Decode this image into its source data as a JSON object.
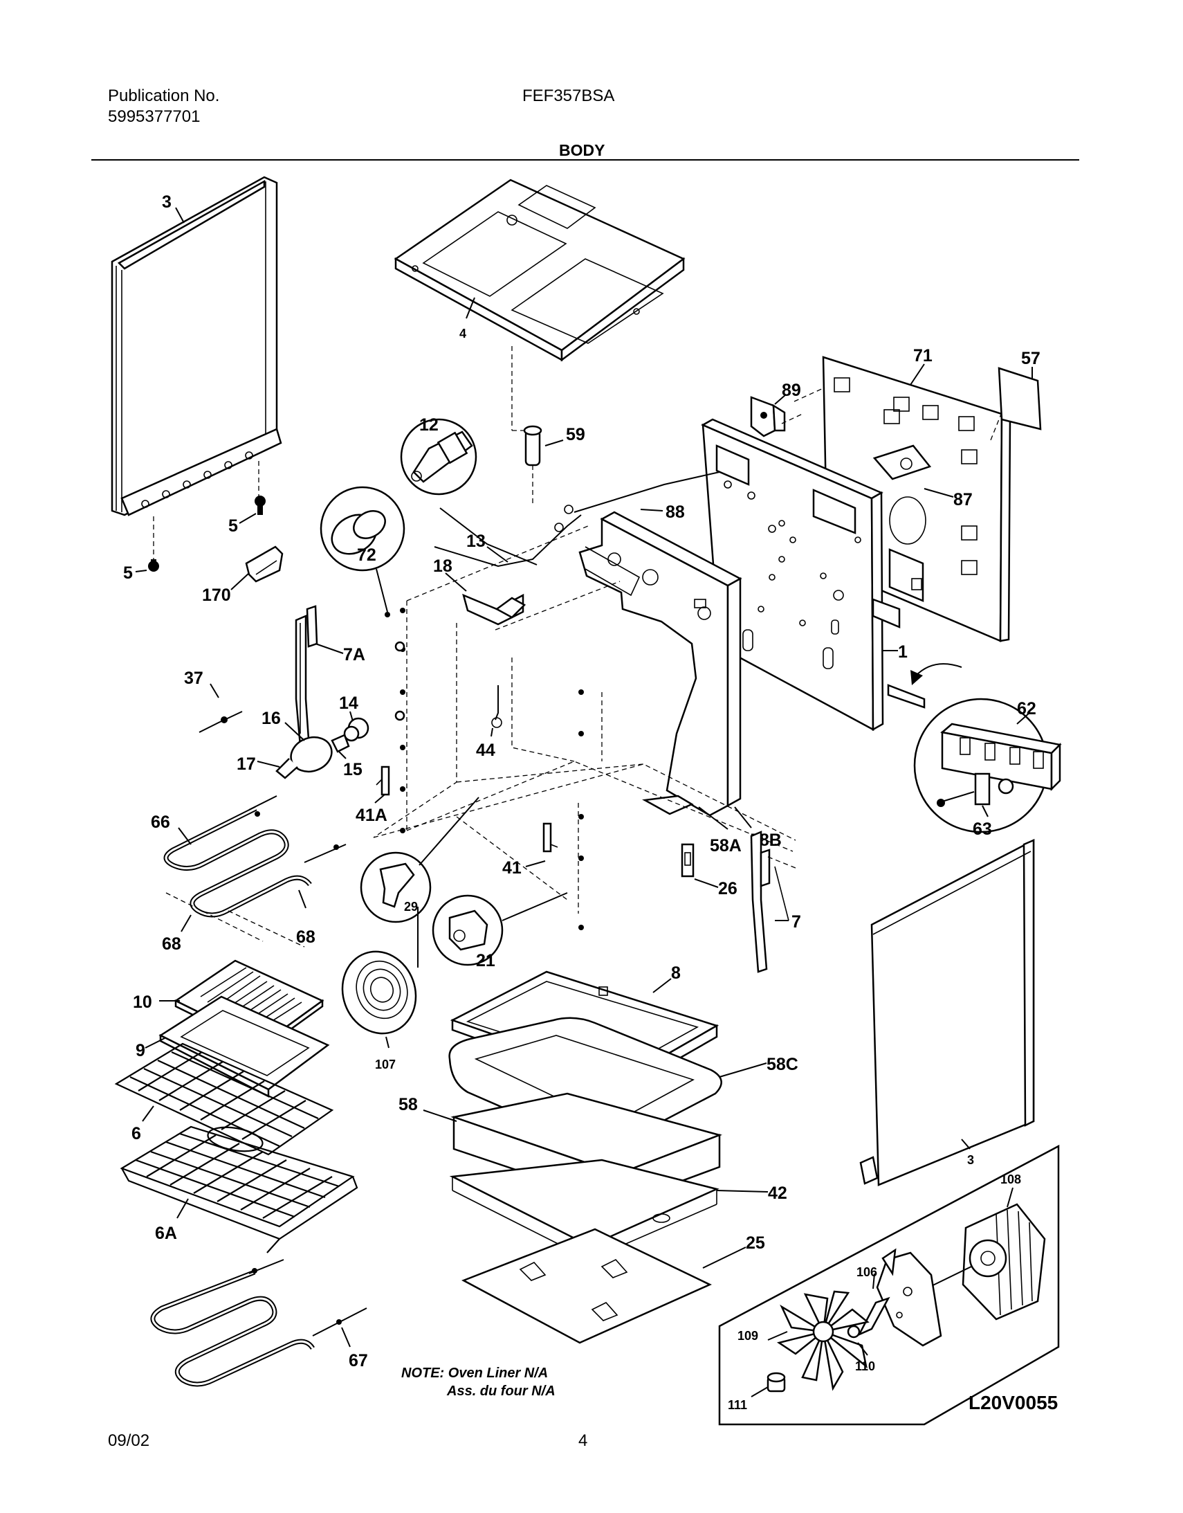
{
  "header": {
    "publication_label": "Publication No.",
    "publication_number": "5995377701",
    "model": "FEF357BSA",
    "section": "BODY"
  },
  "footer": {
    "date": "09/02",
    "page": "4"
  },
  "note": {
    "line1": "NOTE: Oven Liner N/A",
    "line2": "Ass. du four N/A"
  },
  "drawing_code": "L20V0055",
  "callouts": {
    "c3_top": "3",
    "c4": "4",
    "c57": "57",
    "c71": "71",
    "c89": "89",
    "c12": "12",
    "c59": "59",
    "c87": "87",
    "c88": "88",
    "c5a": "5",
    "c5b": "5",
    "c72": "72",
    "c13": "13",
    "c18": "18",
    "c170": "170",
    "c7A": "7A",
    "c1": "1",
    "c37": "37",
    "c14": "14",
    "c16": "16",
    "c62": "62",
    "c17": "17",
    "c15": "15",
    "c44": "44",
    "c41A": "41A",
    "c58A": "58A",
    "c58B": "58B",
    "c63": "63",
    "c66": "66",
    "c41": "41",
    "c26": "26",
    "c29": "29",
    "c7": "7",
    "c68a": "68",
    "c68b": "68",
    "c21": "21",
    "c8": "8",
    "c10": "10",
    "c9": "9",
    "c107": "107",
    "c58C": "58C",
    "c58": "58",
    "c6": "6",
    "c3_bottom": "3",
    "c42": "42",
    "c108": "108",
    "c6A": "6A",
    "c25": "25",
    "c106": "106",
    "c109": "109",
    "c110": "110",
    "c67": "67",
    "c111": "111"
  }
}
